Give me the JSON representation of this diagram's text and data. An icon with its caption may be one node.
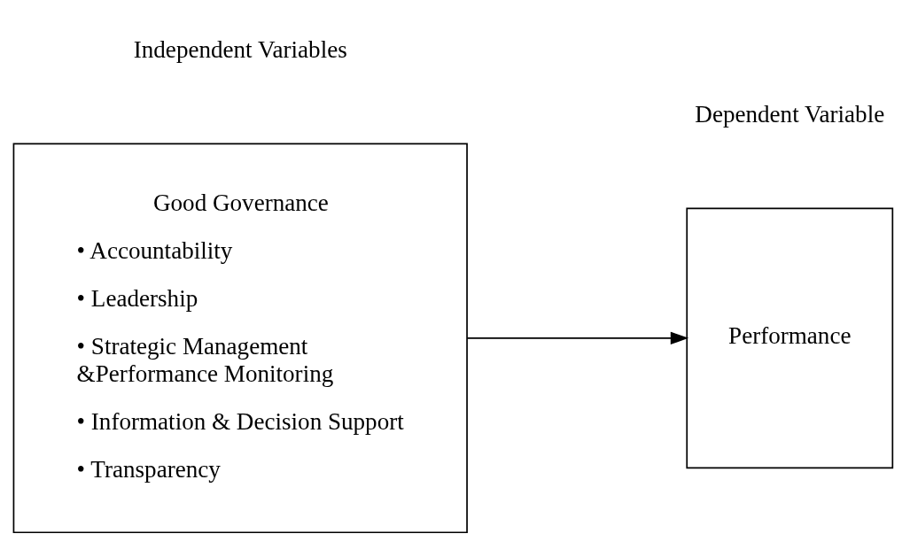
{
  "diagram": {
    "nodes": [
      {
        "text": [
          "Good Governance",
          "• Accountability",
          "• Leadership",
          "• Strategic Management &Performance Monitoring",
          "• Information & Decision Support",
          "• Transparency"
        ],
        "beside": [
          "Independent Variables"
        ]
      },
      {
        "text": [
          "Performance"
        ],
        "beside": [
          "Dependent Variable"
        ]
      }
    ],
    "edges": [
      {
        "from": 0,
        "to": 1,
        "arrow": "to"
      }
    ]
  }
}
